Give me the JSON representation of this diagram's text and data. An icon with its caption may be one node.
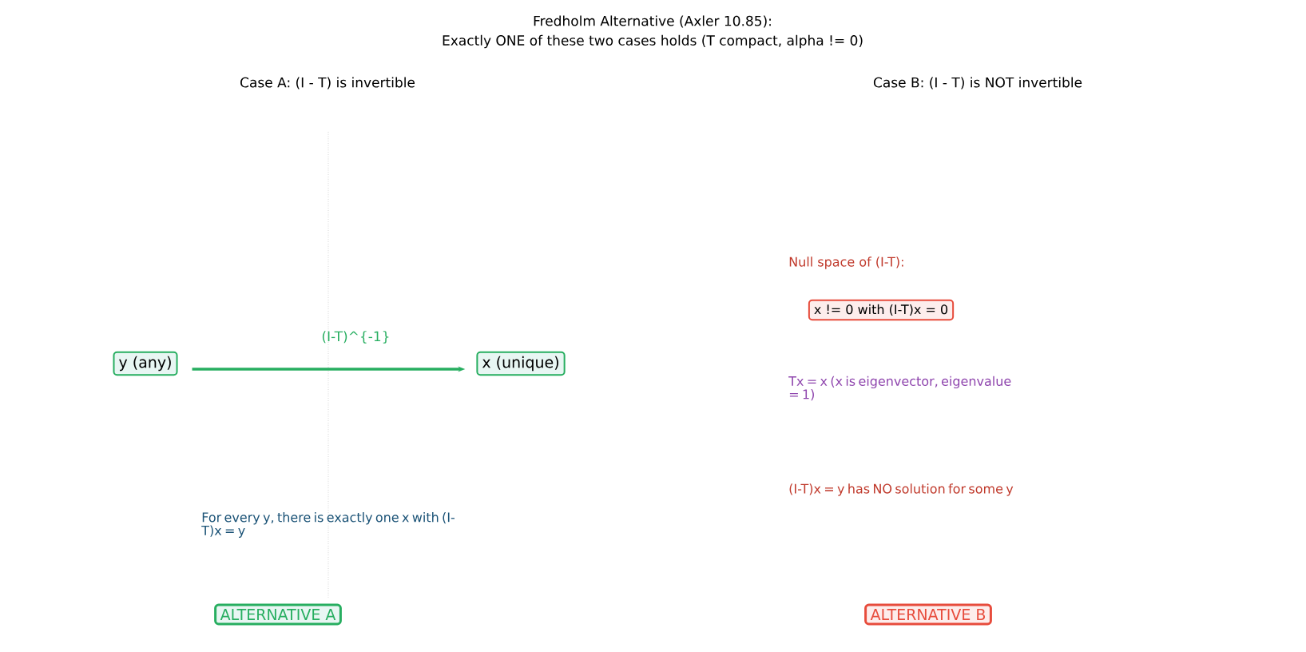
{
  "diagram": {
    "title": "Fredholm Alternative (Axler 10.85):",
    "nodes": [
      {
        "text": [
          "y  (any)"
        ]
      },
      {
        "text": [
          "x  (unique)"
        ]
      },
      {
        "text": [
          "x != 0  with  (I-T)x = 0"
        ]
      },
      {
        "text": [
          "ALTERNATIVE A"
        ]
      },
      {
        "text": [
          "ALTERNATIVE B"
        ]
      }
    ],
    "edges": [
      {
        "from": 0,
        "to": 1,
        "arrow": "to",
        "label": "(I-T)^{-1}"
      }
    ],
    "labels": [
      "Exactly ONE of these two cases holds (T compact, alpha != 0)",
      "Case A: (I - T) is invertible",
      "Case B: (I - T) is NOT invertible",
      "Null space of (I-T):",
      "Tx = x  (x is eigenvector, eigenvalue = 1)",
      "For every y, there is exactly one x with (I-T)x = y",
      "(I-T)x = y  has NO solution for some y"
    ]
  }
}
